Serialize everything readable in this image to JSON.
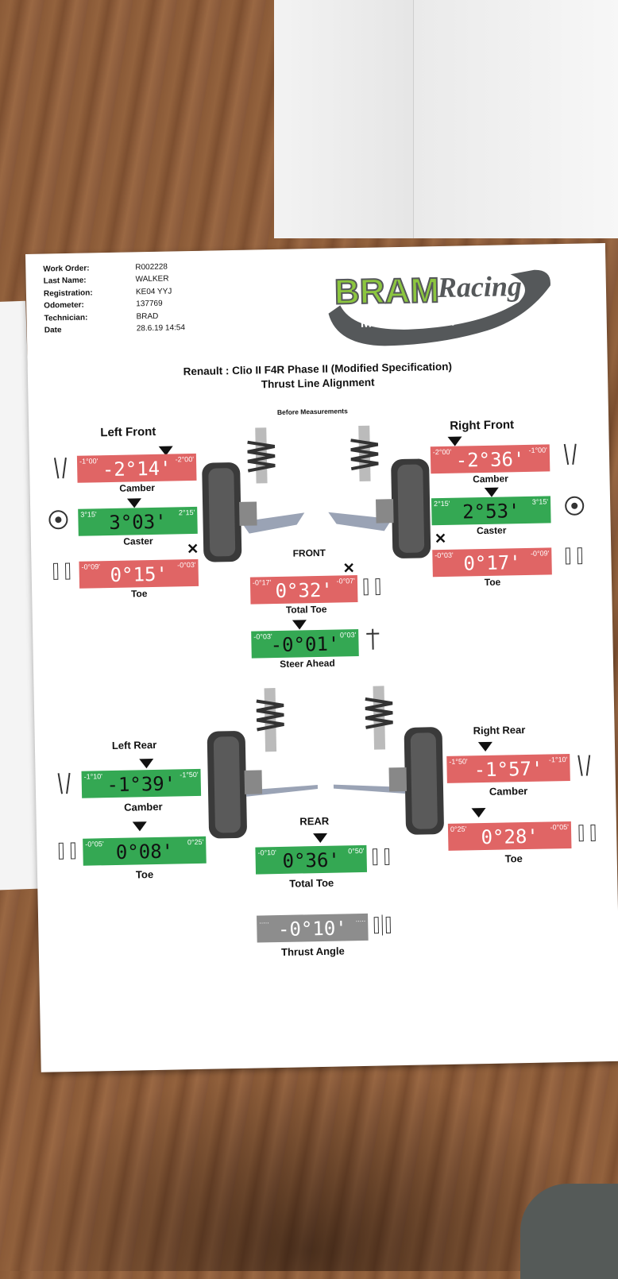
{
  "header": {
    "rows": [
      {
        "key": "Work Order:",
        "value": "R002228"
      },
      {
        "key": "Last Name:",
        "value": "WALKER"
      },
      {
        "key": "Registration:",
        "value": "KE04 YYJ"
      },
      {
        "key": "Odometer:",
        "value": "137769"
      },
      {
        "key": "Technician:",
        "value": "BRAD"
      },
      {
        "key": "Date",
        "value": "28.6.19 14:54"
      }
    ]
  },
  "logo": {
    "word1": "BRAM",
    "word2": "Racing",
    "word3": "MOTORSPORT"
  },
  "title": {
    "line1": "Renault : Clio II F4R Phase II (Modified Specification)",
    "line2": "Thrust Line Alignment"
  },
  "caption": "Before Measurements",
  "front": {
    "section_label": "FRONT",
    "left_label": "Left Front",
    "right_label": "Right Front",
    "left_camber": {
      "value": "-2°14'",
      "lo": "-1°00'",
      "hi": "-2°00'",
      "name": "Camber",
      "status": "red"
    },
    "left_caster": {
      "value": "3°03'",
      "lo": "3°15'",
      "hi": "2°15'",
      "name": "Caster",
      "status": "green"
    },
    "left_toe": {
      "value": "0°15'",
      "lo": "-0°09'",
      "hi": "-0°03'",
      "name": "Toe",
      "status": "red"
    },
    "right_camber": {
      "value": "-2°36'",
      "lo": "-2°00'",
      "hi": "-1°00'",
      "name": "Camber",
      "status": "red"
    },
    "right_caster": {
      "value": "2°53'",
      "lo": "2°15'",
      "hi": "3°15'",
      "name": "Caster",
      "status": "green"
    },
    "right_toe": {
      "value": "0°17'",
      "lo": "-0°03'",
      "hi": "-0°09'",
      "name": "Toe",
      "status": "red"
    },
    "total_toe": {
      "value": "0°32'",
      "lo": "-0°17'",
      "hi": "-0°07'",
      "name": "Total Toe",
      "status": "red"
    },
    "steer_ahead": {
      "value": "-0°01'",
      "lo": "-0°03'",
      "hi": "0°03'",
      "name": "Steer Ahead",
      "status": "green"
    }
  },
  "rear": {
    "section_label": "REAR",
    "left_label": "Left Rear",
    "right_label": "Right Rear",
    "left_camber": {
      "value": "-1°39'",
      "lo": "-1°10'",
      "hi": "-1°50'",
      "name": "Camber",
      "status": "green"
    },
    "left_toe": {
      "value": "0°08'",
      "lo": "-0°05'",
      "hi": "0°25'",
      "name": "Toe",
      "status": "green"
    },
    "right_camber": {
      "value": "-1°57'",
      "lo": "-1°50'",
      "hi": "-1°10'",
      "name": "Camber",
      "status": "red"
    },
    "right_toe": {
      "value": "0°28'",
      "lo": "0°25'",
      "hi": "-0°05'",
      "name": "Toe",
      "status": "red"
    },
    "total_toe": {
      "value": "0°36'",
      "lo": "-0°10'",
      "hi": "0°50'",
      "name": "Total Toe",
      "status": "green"
    },
    "thrust_angle": {
      "value": "-0°10'",
      "lo": ".....",
      "hi": ".....",
      "name": "Thrust Angle",
      "status": "grey"
    }
  },
  "colors": {
    "red": "#e06565",
    "green": "#34a853",
    "grey": "#8d8d8d",
    "logo_green": "#8cc63f",
    "logo_grey": "#55585a"
  }
}
